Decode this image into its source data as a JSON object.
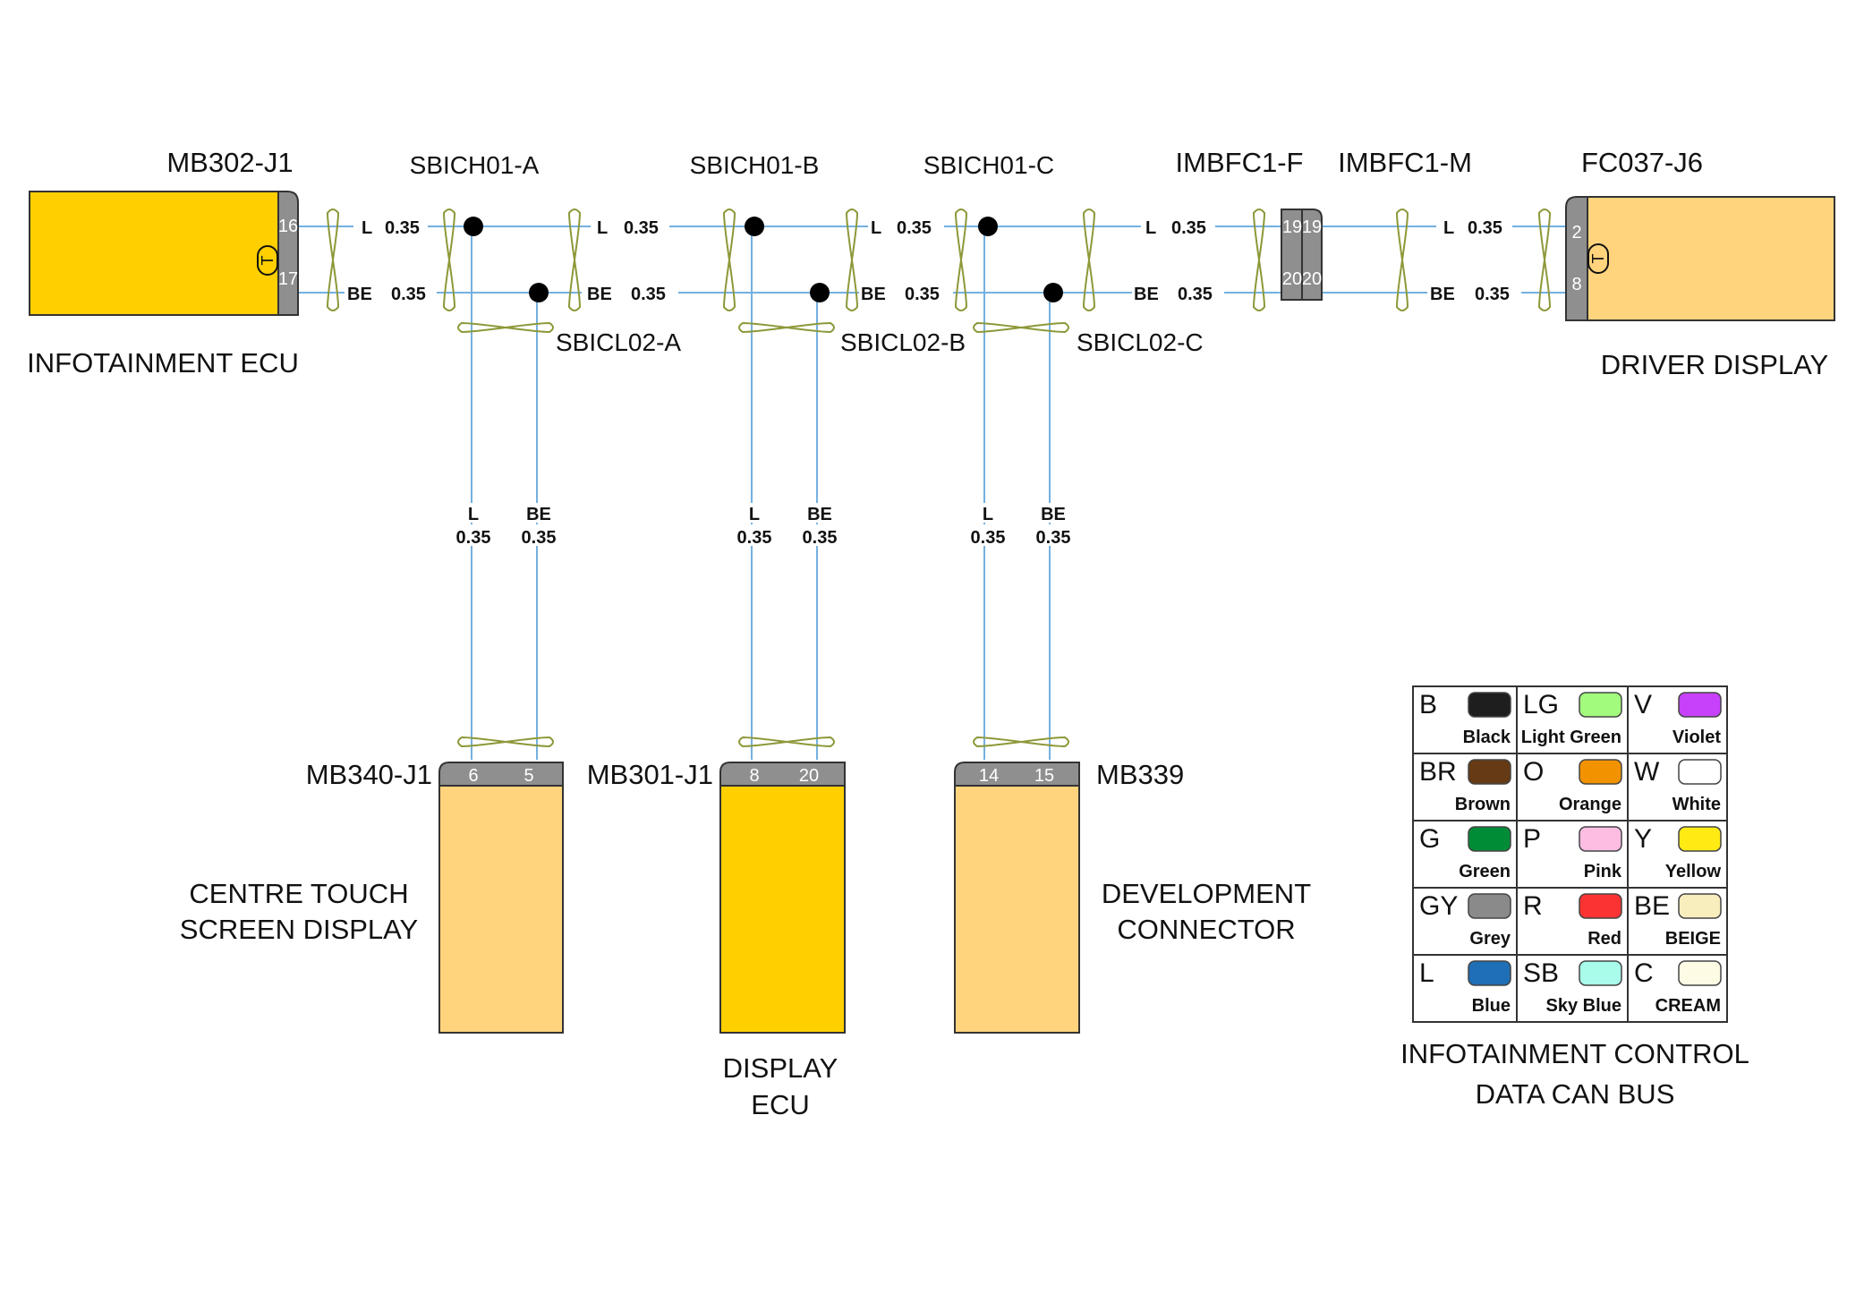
{
  "diagram": {
    "title_line1": "INFOTAINMENT CONTROL",
    "title_line2": "DATA CAN BUS",
    "colors": {
      "wire": "#74b0e0",
      "twist_marker": "#8d9838",
      "module_dark_yellow": "#ffcf00",
      "module_light_yellow": "#ffd47d",
      "pin_block": "#8f8f8f",
      "splice": "#000000"
    },
    "components": {
      "infotainment_ecu": {
        "connector": "MB302-J1",
        "name": "INFOTAINMENT ECU",
        "pins": [
          "16",
          "17"
        ],
        "terminator_label": "T"
      },
      "driver_display": {
        "connector": "FC037-J6",
        "name": "DRIVER DISPLAY",
        "pins": [
          "2",
          "8"
        ],
        "terminator_label": "T"
      },
      "inline_connector": {
        "female": "IMBFC1-F",
        "male": "IMBFC1-M",
        "pins_f": [
          "19",
          "20"
        ],
        "pins_m": [
          "19",
          "20"
        ]
      },
      "centre_touch": {
        "connector": "MB340-J1",
        "name_line1": "CENTRE TOUCH",
        "name_line2": "SCREEN DISPLAY",
        "pins": [
          "6",
          "5"
        ]
      },
      "display_ecu": {
        "connector": "MB301-J1",
        "name_line1": "DISPLAY",
        "name_line2": "ECU",
        "pins": [
          "8",
          "20"
        ]
      },
      "development": {
        "connector": "MB339",
        "name_line1": "DEVELOPMENT",
        "name_line2": "CONNECTOR",
        "pins": [
          "14",
          "15"
        ]
      }
    },
    "splices": {
      "high": [
        "SBICH01-A",
        "SBICH01-B",
        "SBICH01-C"
      ],
      "low": [
        "SBICL02-A",
        "SBICL02-B",
        "SBICL02-C"
      ]
    },
    "wire_labels": {
      "high": {
        "color": "L",
        "size": "0.35"
      },
      "low": {
        "color": "BE",
        "size": "0.35"
      }
    },
    "branches": [
      {
        "high_color": "L",
        "high_size": "0.35",
        "low_color": "BE",
        "low_size": "0.35"
      },
      {
        "high_color": "L",
        "high_size": "0.35",
        "low_color": "BE",
        "low_size": "0.35"
      },
      {
        "high_color": "L",
        "high_size": "0.35",
        "low_color": "BE",
        "low_size": "0.35"
      }
    ]
  },
  "legend": {
    "rows": [
      [
        {
          "code": "B",
          "name": "Black",
          "color": "#1e1e1e"
        },
        {
          "code": "LG",
          "name": "Light Green",
          "color": "#a2fb7c"
        },
        {
          "code": "V",
          "name": "Violet",
          "color": "#c741fb"
        }
      ],
      [
        {
          "code": "BR",
          "name": "Brown",
          "color": "#663a14"
        },
        {
          "code": "O",
          "name": "Orange",
          "color": "#f29200"
        },
        {
          "code": "W",
          "name": "White",
          "color": "#ffffff"
        }
      ],
      [
        {
          "code": "G",
          "name": "Green",
          "color": "#008c37"
        },
        {
          "code": "P",
          "name": "Pink",
          "color": "#fdbde3"
        },
        {
          "code": "Y",
          "name": "Yellow",
          "color": "#ffea14"
        }
      ],
      [
        {
          "code": "GY",
          "name": "Grey",
          "color": "#8a8a8a"
        },
        {
          "code": "R",
          "name": "Red",
          "color": "#fb3333"
        },
        {
          "code": "BE",
          "name": "BEIGE",
          "color": "#f7edbd"
        }
      ],
      [
        {
          "code": "L",
          "name": "Blue",
          "color": "#1f6fb7"
        },
        {
          "code": "SB",
          "name": "Sky Blue",
          "color": "#a9fbea"
        },
        {
          "code": "C",
          "name": "CREAM",
          "color": "#fdfbe4"
        }
      ]
    ]
  }
}
